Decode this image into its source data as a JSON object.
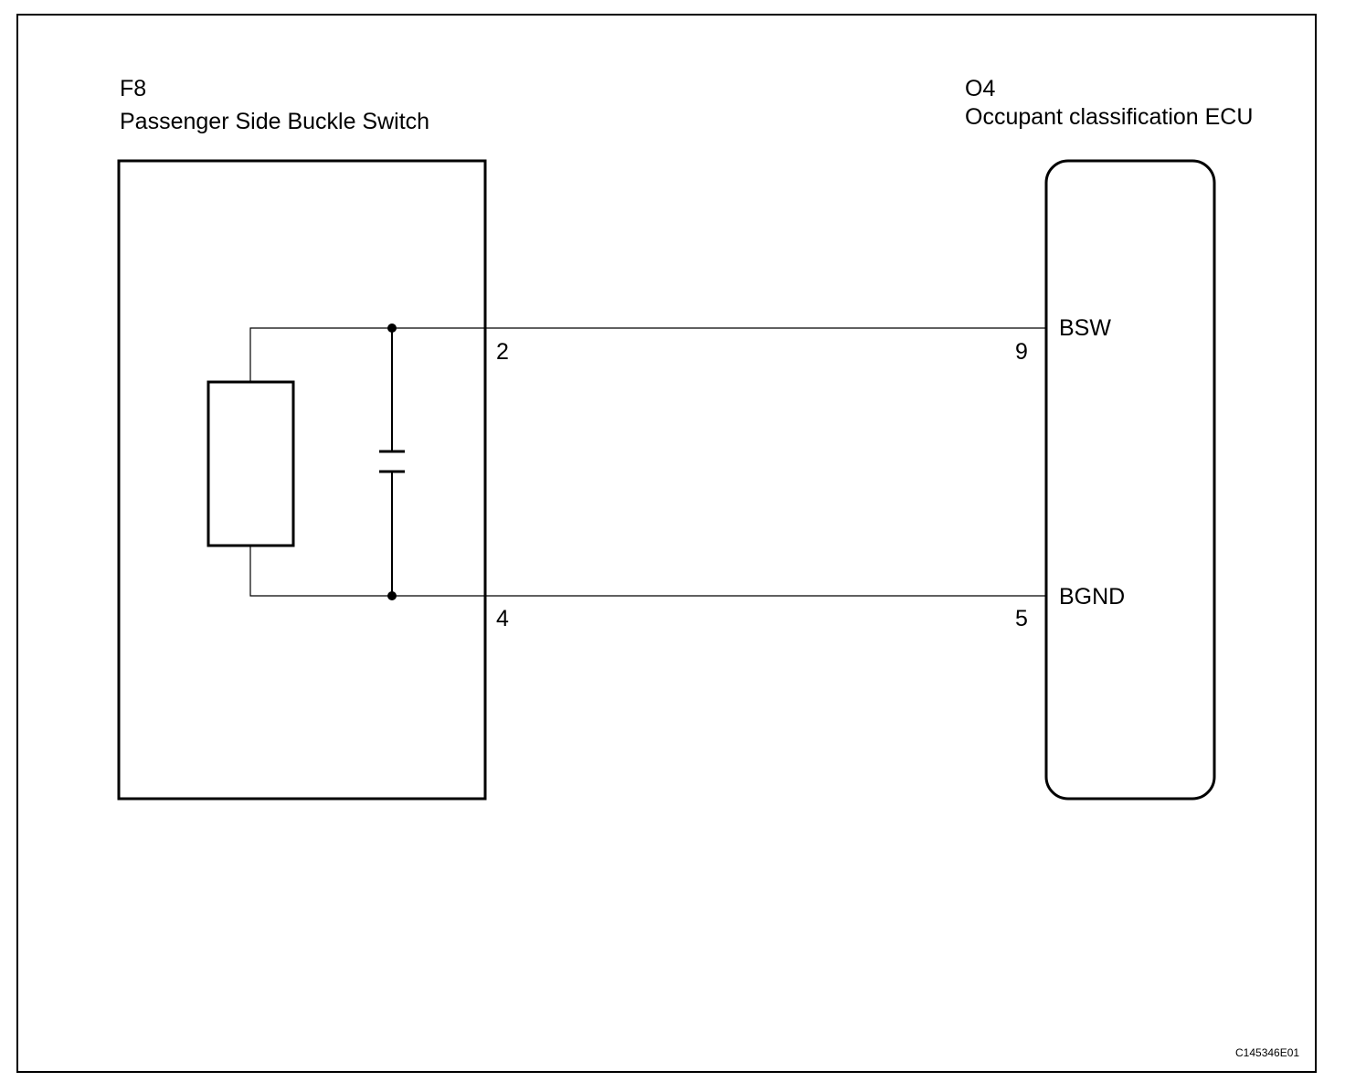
{
  "f8": {
    "code": "F8",
    "name": "Passenger Side Buckle Switch",
    "pins": {
      "top": "2",
      "bottom": "4"
    }
  },
  "o4": {
    "code": "O4",
    "name": "Occupant classification ECU",
    "pins": {
      "top": "9",
      "bottom": "5"
    },
    "signals": {
      "top": "BSW",
      "bottom": "BGND"
    }
  },
  "figure_id": "C145346E01"
}
